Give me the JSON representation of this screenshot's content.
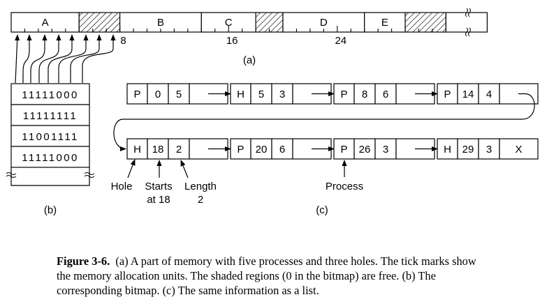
{
  "memory": {
    "segments": [
      {
        "label": "A",
        "units": 5,
        "free": false
      },
      {
        "label": "",
        "units": 3,
        "free": true
      },
      {
        "label": "B",
        "units": 6,
        "free": false
      },
      {
        "label": "C",
        "units": 4,
        "free": false
      },
      {
        "label": "",
        "units": 2,
        "free": true
      },
      {
        "label": "D",
        "units": 6,
        "free": false
      },
      {
        "label": "E",
        "units": 3,
        "free": false
      },
      {
        "label": "",
        "units": 3,
        "free": true
      }
    ],
    "tick_labels": [
      {
        "unit": 8,
        "text": "8"
      },
      {
        "unit": 16,
        "text": "16"
      },
      {
        "unit": 24,
        "text": "24"
      }
    ],
    "panel_label": "(a)"
  },
  "bitmap": {
    "rows": [
      "11111000",
      "11111111",
      "11001111",
      "11111000"
    ],
    "panel_label": "(b)"
  },
  "list": {
    "row1": [
      {
        "kind": "P",
        "start": "0",
        "length": "5",
        "next": ""
      },
      {
        "kind": "H",
        "start": "5",
        "length": "3",
        "next": ""
      },
      {
        "kind": "P",
        "start": "8",
        "length": "6",
        "next": ""
      },
      {
        "kind": "P",
        "start": "14",
        "length": "4",
        "next": ""
      }
    ],
    "row2": [
      {
        "kind": "H",
        "start": "18",
        "length": "2",
        "next": ""
      },
      {
        "kind": "P",
        "start": "20",
        "length": "6",
        "next": ""
      },
      {
        "kind": "P",
        "start": "26",
        "length": "3",
        "next": ""
      },
      {
        "kind": "H",
        "start": "29",
        "length": "3",
        "next": "X"
      }
    ],
    "annotations": {
      "hole": "Hole",
      "starts_line1": "Starts",
      "starts_line2": "at 18",
      "length_line1": "Length",
      "length_line2": "2",
      "process": "Process"
    },
    "panel_label": "(c)"
  },
  "caption": {
    "label": "Figure 3-6.",
    "text": "(a) A part of memory with five processes and three holes. The tick marks show the memory allocation units. The shaded regions (0 in the bitmap) are free.  (b) The corresponding bitmap.  (c) The same information as a list."
  }
}
